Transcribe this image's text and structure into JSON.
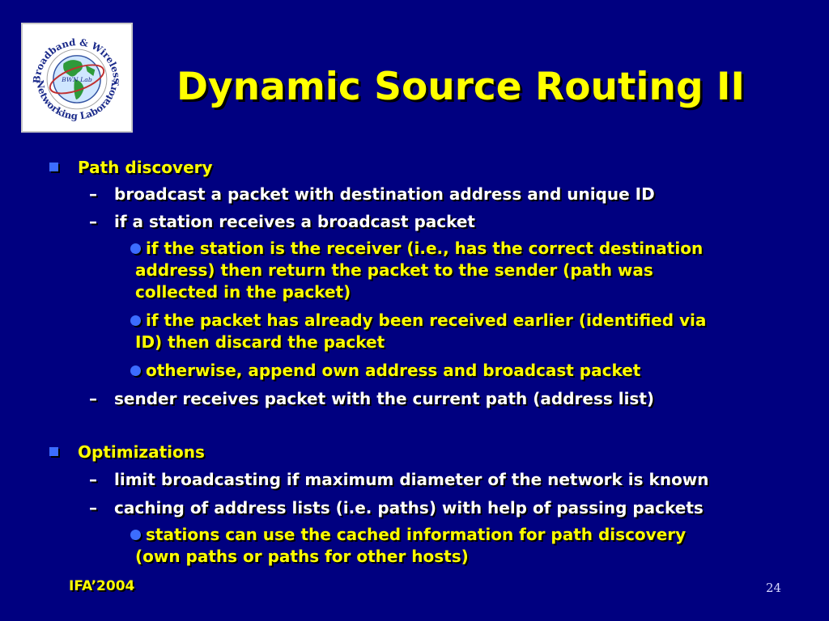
{
  "logo": {
    "text_top": "Broadband & Wireless",
    "text_bottom": "Networking Laboratory",
    "center": "BWN Lab"
  },
  "title": "Dynamic Source Routing II",
  "sections": [
    {
      "heading": "Path discovery",
      "items": [
        {
          "text": "broadcast a packet with destination address and unique ID"
        },
        {
          "text": "if a station receives a broadcast packet",
          "sub": [
            [
              "if the station is the receiver (i.e., has the correct destination",
              "address) then return the packet to the sender (path was",
              "collected in the packet)"
            ],
            [
              "if the packet has already been received earlier (identified via",
              "ID) then discard the packet"
            ],
            [
              "otherwise, append own address and broadcast packet"
            ]
          ]
        },
        {
          "text": "sender receives packet with the current path (address list)"
        }
      ]
    },
    {
      "heading": "Optimizations",
      "items": [
        {
          "text": "limit broadcasting if maximum diameter of the network is known"
        },
        {
          "text": "caching of address lists (i.e. paths) with help of passing packets",
          "sub": [
            [
              "stations can use the cached information for path discovery",
              "(own paths or paths for other hosts)"
            ]
          ]
        }
      ]
    }
  ],
  "footer": {
    "left": "IFA’2004",
    "page_number": "24"
  },
  "colors": {
    "background": "#000080",
    "title": "#ffff00",
    "bullet": "#3c6cff"
  }
}
